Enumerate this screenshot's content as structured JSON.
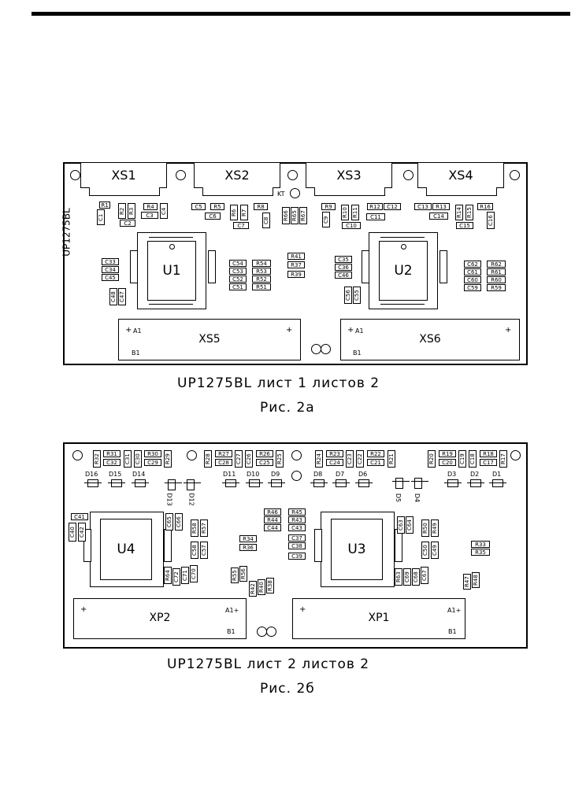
{
  "caption_a_line1": "UP1275BL лист 1 листов 2",
  "caption_a_line2": "Рис. 2а",
  "caption_b_line1": "UP1275BL лист 2 листов 2",
  "caption_b_line2": "Рис. 2б",
  "board1": {
    "side_label": "UP1275BL",
    "connectors": [
      "XS1",
      "XS2",
      "XS3",
      "XS4"
    ],
    "kt_label": "KT",
    "chips": [
      "U1",
      "U2"
    ],
    "bottom_connectors": [
      {
        "name": "XS5",
        "pin_a": "A1",
        "pin_b": "B1",
        "plus_left": "+",
        "plus_right": "+"
      },
      {
        "name": "XS6",
        "pin_a": "A1",
        "pin_b": "B1",
        "plus_left": "+",
        "plus_right": "+"
      }
    ],
    "parts": {
      "r1": "R1",
      "c1": "C1",
      "r2": "R2",
      "r3": "R3",
      "c2": "C2",
      "r4": "R4",
      "c3": "C3",
      "c4": "C4",
      "c5": "C5",
      "r5": "R5",
      "c6": "C6",
      "r6": "R6",
      "r7": "R7",
      "r8": "R8",
      "c7": "C7",
      "c8": "C8",
      "r65": "R65",
      "r66": "R66",
      "r67": "R67",
      "r9": "R9",
      "c9": "C9",
      "r10": "R10",
      "r11": "R11",
      "r12": "R12",
      "c12": "C12",
      "c11": "C11",
      "c10": "C10",
      "c13": "C13",
      "r13": "R13",
      "c14": "C14",
      "r14": "R14",
      "r15": "R15",
      "c15": "C15",
      "r16": "R16",
      "c16": "C16",
      "c33": "C33",
      "c34": "C34",
      "c45": "C45",
      "c48": "C48",
      "c47": "C47",
      "c54": "C54",
      "c53": "C53",
      "c52": "C52",
      "c51": "C51",
      "r54": "R54",
      "r53": "R53",
      "r52": "R52",
      "r51": "R51",
      "r41": "R41",
      "r37": "R37",
      "r39": "R39",
      "c35": "C35",
      "c36": "C36",
      "c46": "C46",
      "c56": "C56",
      "c55": "C55",
      "c62": "C62",
      "c61": "C61",
      "c60": "C60",
      "c59": "C59",
      "r62": "R62",
      "r61": "R61",
      "r60": "R60",
      "r59": "R59"
    }
  },
  "board2": {
    "chips": [
      "U4",
      "U3"
    ],
    "bottom_connectors": [
      {
        "name": "XP2",
        "pin_a": "A1+",
        "pin_b": "B1",
        "plus": "+"
      },
      {
        "name": "XP1",
        "pin_a": "A1+",
        "pin_b": "B1",
        "plus": "+"
      }
    ],
    "diodes_top": [
      "D16",
      "D15",
      "D14",
      "D11",
      "D10",
      "D9",
      "D8",
      "D7",
      "D6",
      "D3",
      "D2",
      "D1"
    ],
    "diodes_vert": [
      "D13",
      "D12",
      "D5",
      "D4"
    ],
    "parts": {
      "r32": "R32",
      "r31": "R31",
      "c32": "C32",
      "c31": "C31",
      "c30": "C30",
      "r30": "R30",
      "c29": "C29",
      "r29": "R29",
      "r28": "R28",
      "r27": "R27",
      "c28": "C28",
      "c27": "C27",
      "c26": "C26",
      "r26": "R26",
      "c25": "C25",
      "r25": "R25",
      "r24": "R24",
      "r23": "R23",
      "c24": "C24",
      "c23": "C23",
      "c22": "C22",
      "r22": "R22",
      "c21": "C21",
      "r21": "R21",
      "r20": "R20",
      "r19": "R19",
      "c20": "C20",
      "c19": "C19",
      "c18": "C18",
      "r18": "R18",
      "c17": "C17",
      "r17": "R17",
      "c41": "C41",
      "c40": "C40",
      "c42": "C42",
      "c66": "C66",
      "c65": "C65",
      "r57": "R57",
      "r58": "R58",
      "c57": "C57",
      "c58": "C58",
      "c70": "C70",
      "c71": "C71",
      "c72": "C72",
      "r64": "R64",
      "r56": "R56",
      "r55": "R55",
      "r34": "R34",
      "r36": "R36",
      "r38": "R38",
      "r40": "R40",
      "r42": "R42",
      "r46": "R46",
      "r44": "R44",
      "c44": "C44",
      "r45": "R45",
      "r43": "R43",
      "c43": "C43",
      "c37": "C37",
      "c38": "C38",
      "c39": "C39",
      "c64": "C64",
      "c63": "C63",
      "r50": "R50",
      "r49": "R49",
      "c50": "C50",
      "c49": "C49",
      "c67": "C67",
      "c68": "C68",
      "c69": "C69",
      "r63": "R63",
      "r33": "R33",
      "r35": "R35",
      "r48": "R48",
      "r47": "R47"
    }
  }
}
